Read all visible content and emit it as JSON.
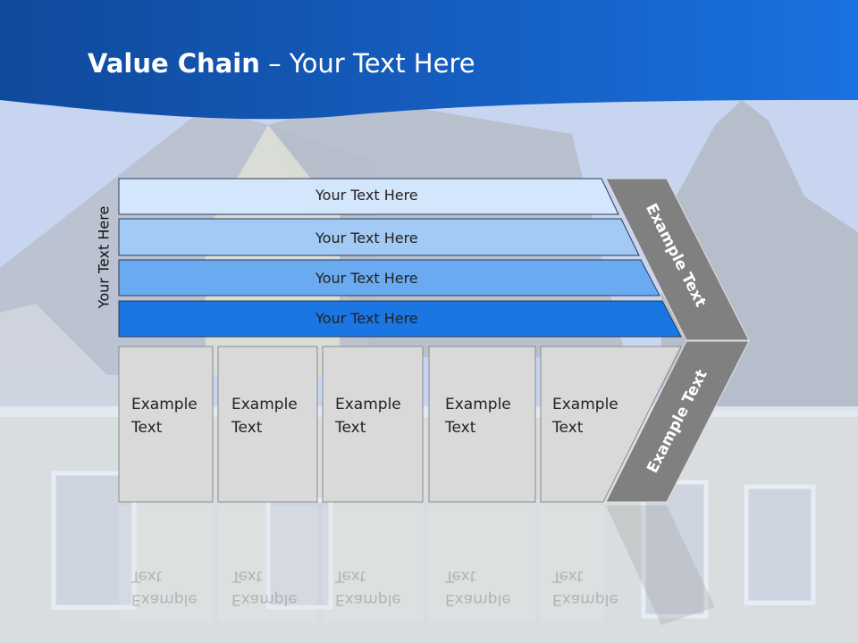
{
  "slide": {
    "title_bold": "Value Chain",
    "title_rest": " – Your Text Here",
    "side_label": "Your Text Here",
    "bars": [
      {
        "label": "Your Text Here",
        "color": "#d4e6fb"
      },
      {
        "label": "Your Text Here",
        "color": "#a3c9f5"
      },
      {
        "label": "Your Text Here",
        "color": "#6aaaf0"
      },
      {
        "label": "Your Text Here",
        "color": "#1976e3"
      }
    ],
    "boxes": [
      {
        "line1": "Example",
        "line2": "Text"
      },
      {
        "line1": "Example",
        "line2": "Text"
      },
      {
        "line1": "Example",
        "line2": "Text"
      },
      {
        "line1": "Example",
        "line2": "Text"
      },
      {
        "line1": "Example",
        "line2": "Text"
      }
    ],
    "chevron_top_label": "Example Text",
    "chevron_bottom_label": "Example Text",
    "colors": {
      "header_blue": "#1565c0",
      "box_gray": "#d9d9d9",
      "chevron_gray": "#808080"
    }
  }
}
